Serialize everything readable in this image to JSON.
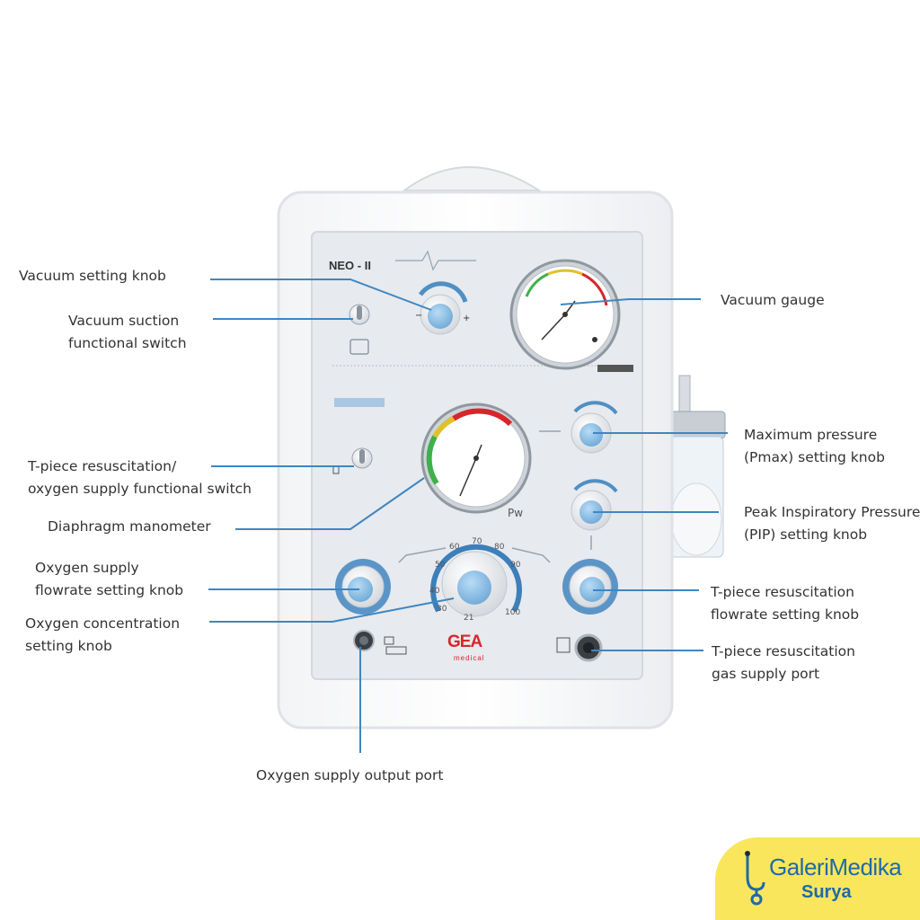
{
  "device": {
    "model": "NEO - II",
    "brand": "GEA",
    "brand_sub": "medical"
  },
  "callouts": {
    "vacuum_setting_knob": "Vacuum setting knob",
    "vacuum_suction_switch_line1": "Vacuum suction",
    "vacuum_suction_switch_line2": "functional switch",
    "t_piece_switch_line1": "T-piece resuscitation/",
    "t_piece_switch_line2": "oxygen supply functional switch",
    "diaphragm_manometer": "Diaphragm manometer",
    "oxygen_flowrate_line1": "Oxygen supply",
    "oxygen_flowrate_line2": "flowrate setting knob",
    "oxygen_concentration_line1": "Oxygen concentration",
    "oxygen_concentration_line2": "setting knob",
    "oxygen_output_port": "Oxygen supply output port",
    "vacuum_gauge": "Vacuum gauge",
    "pmax_line1": "Maximum pressure",
    "pmax_line2": "(Pmax) setting knob",
    "pip_line1": "Peak Inspiratory Pressure",
    "pip_line2": "(PIP) setting knob",
    "t_piece_flowrate_line1": "T-piece resuscitation",
    "t_piece_flowrate_line2": "flowrate setting knob",
    "t_piece_gas_port_line1": "T-piece resuscitation",
    "t_piece_gas_port_line2": "gas supply port"
  },
  "panel_text": {
    "pw": "Pw",
    "conc_ticks": [
      "21",
      "30",
      "40",
      "50",
      "60",
      "70",
      "80",
      "90",
      "100"
    ]
  },
  "watermark": {
    "line1": "GaleriMedika",
    "line2": "Surya"
  },
  "colors": {
    "leader": "#3f86c1",
    "knob": "#8fc2ea",
    "brand_bg": "#f9e65d",
    "brand_text": "#1f6aa8",
    "gea_red": "#d7262b"
  }
}
